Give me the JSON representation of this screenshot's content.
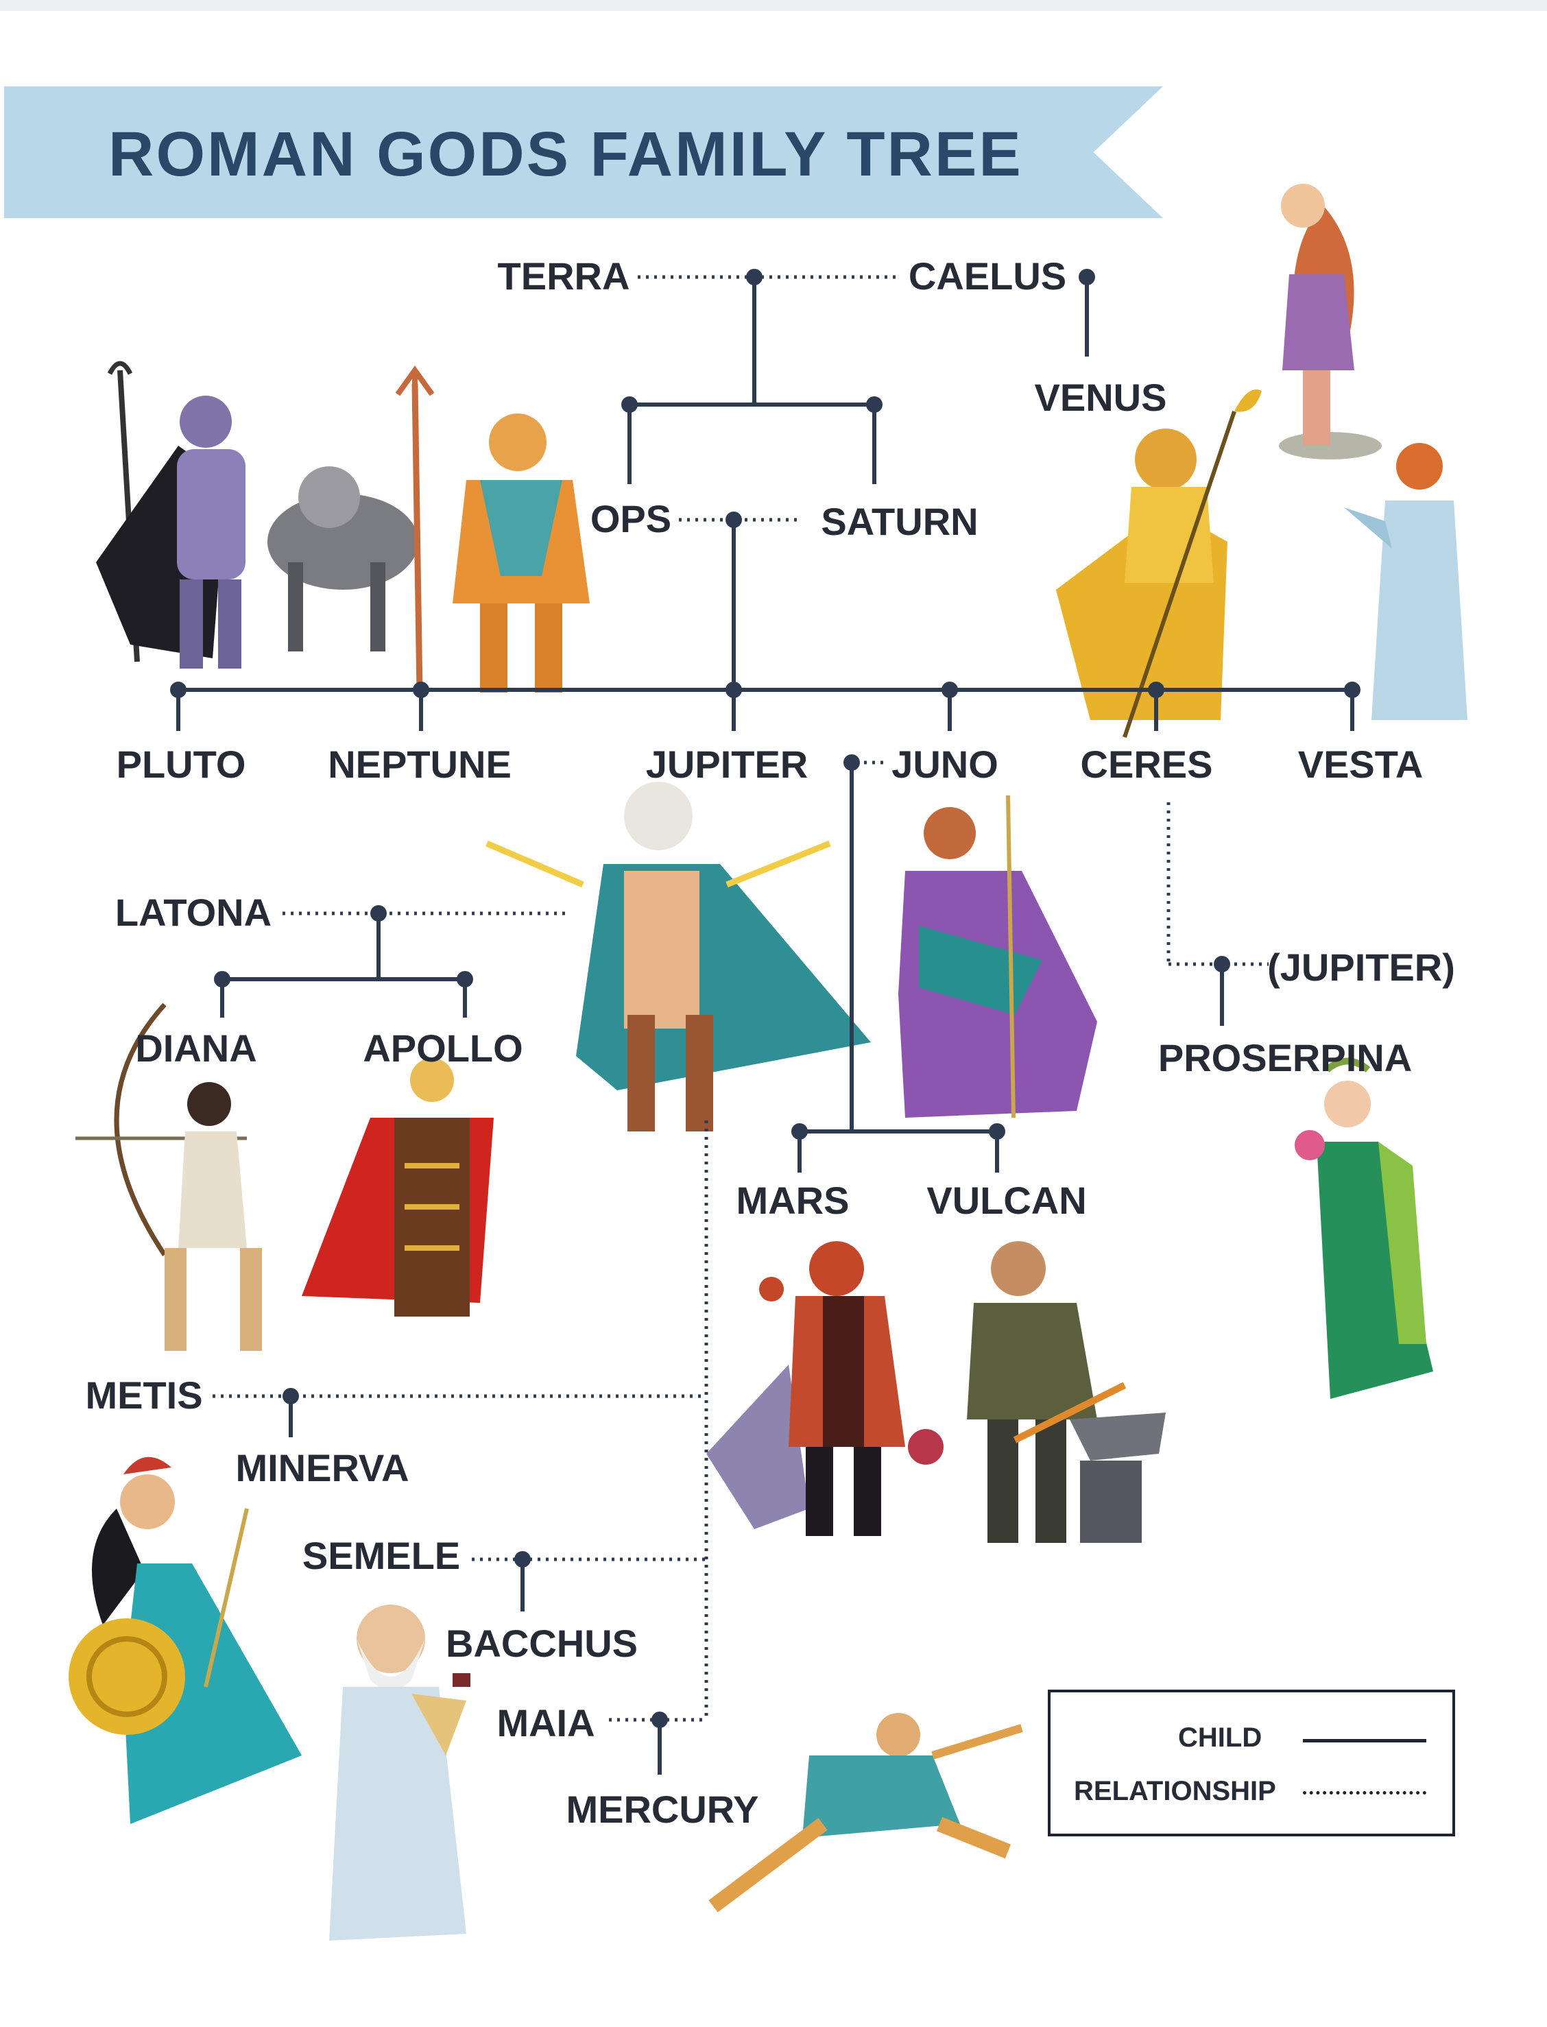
{
  "title": "ROMAN GODS FAMILY TREE",
  "colors": {
    "banner": "#b8d8ea",
    "title": "#2a4867",
    "line": "#2e3a4f",
    "text": "#262b36"
  },
  "names": {
    "terra": "TERRA",
    "caelus": "CAELUS",
    "venus": "VENUS",
    "ops": "OPS",
    "saturn": "SATURN",
    "pluto": "PLUTO",
    "neptune": "NEPTUNE",
    "jupiter": "JUPITER",
    "juno": "JUNO",
    "ceres": "CERES",
    "vesta": "VESTA",
    "latona": "LATONA",
    "diana": "DIANA",
    "apollo": "APOLLO",
    "jupiter_alt": "(JUPITER)",
    "proserpina": "PROSERPINA",
    "mars": "MARS",
    "vulcan": "VULCAN",
    "metis": "METIS",
    "minerva": "MINERVA",
    "semele": "SEMELE",
    "bacchus": "BACCHUS",
    "maia": "MAIA",
    "mercury": "MERCURY"
  },
  "legend": {
    "child": "CHILD",
    "relationship": "RELATIONSHIP"
  },
  "relationships": [
    [
      "TERRA",
      "CAELUS"
    ],
    [
      "OPS",
      "SATURN"
    ],
    [
      "JUPITER",
      "JUNO"
    ],
    [
      "LATONA",
      "JUPITER"
    ],
    [
      "CERES",
      "(JUPITER)"
    ],
    [
      "METIS",
      "JUPITER"
    ],
    [
      "SEMELE",
      "JUPITER"
    ],
    [
      "MAIA",
      "JUPITER"
    ]
  ],
  "children": [
    {
      "parents": "TERRA + CAELUS",
      "children": [
        "OPS",
        "SATURN"
      ]
    },
    {
      "parent": "CAELUS",
      "children": [
        "VENUS"
      ]
    },
    {
      "parents": "OPS + SATURN",
      "children": [
        "PLUTO",
        "NEPTUNE",
        "JUPITER",
        "JUNO",
        "CERES",
        "VESTA"
      ]
    },
    {
      "parents": "JUPITER + JUNO",
      "children": [
        "MARS",
        "VULCAN"
      ]
    },
    {
      "parents": "LATONA + JUPITER",
      "children": [
        "DIANA",
        "APOLLO"
      ]
    },
    {
      "parents": "CERES + (JUPITER)",
      "children": [
        "PROSERPINA"
      ]
    },
    {
      "parents": "METIS + JUPITER",
      "children": [
        "MINERVA"
      ]
    },
    {
      "parents": "SEMELE + JUPITER",
      "children": [
        "BACCHUS"
      ]
    },
    {
      "parents": "MAIA + JUPITER",
      "children": [
        "MERCURY"
      ]
    }
  ],
  "illustrations": [
    "pluto-figure",
    "neptune-figure",
    "venus-figure",
    "ceres-figure",
    "vesta-figure",
    "jupiter-figure",
    "juno-figure",
    "diana-figure",
    "apollo-figure",
    "proserpina-figure",
    "mars-figure",
    "vulcan-figure",
    "minerva-figure",
    "bacchus-figure",
    "mercury-figure"
  ]
}
